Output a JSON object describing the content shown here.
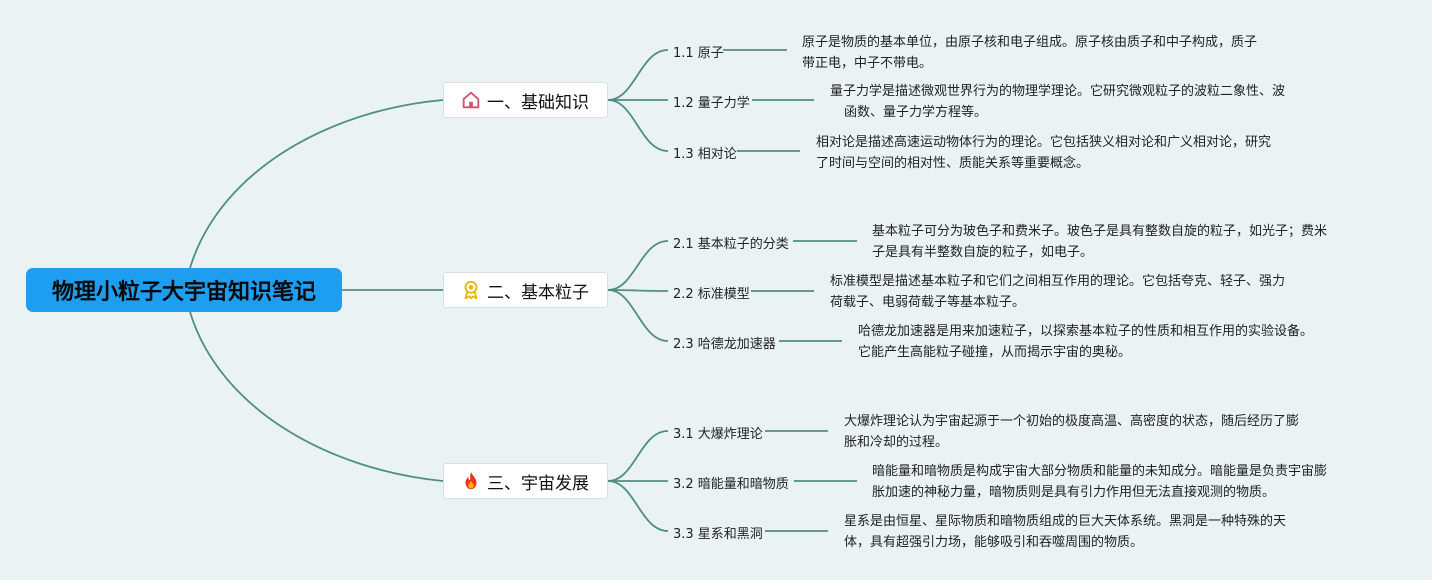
{
  "root": {
    "title": "物理小粒子大宇宙知识笔记"
  },
  "colors": {
    "root": "#1e9ef0",
    "line": "#4e8e85",
    "background": "#eaf2f3"
  },
  "branches": [
    {
      "label": "一、基础知识",
      "icon": "house-icon",
      "topics": [
        {
          "label": "1.1 原子",
          "desc": [
            "原子是物质的基本单位，由原子核和电子组成。原子核由质子和中子构成，质子",
            "带正电，中子不带电。"
          ]
        },
        {
          "label": "1.2 量子力学",
          "desc": [
            "量子力学是描述微观世界行为的物理学理论。它研究微观粒子的波粒二象性、波",
            "函数、量子力学方程等。"
          ]
        },
        {
          "label": "1.3 相对论",
          "desc": [
            "相对论是描述高速运动物体行为的理论。它包括狭义相对论和广义相对论，研究",
            "了时间与空间的相对性、质能关系等重要概念。"
          ]
        }
      ]
    },
    {
      "label": "二、基本粒子",
      "icon": "medal-icon",
      "topics": [
        {
          "label": "2.1 基本粒子的分类",
          "desc": [
            "基本粒子可分为玻色子和费米子。玻色子是具有整数自旋的粒子，如光子；费米",
            "子是具有半整数自旋的粒子，如电子。"
          ]
        },
        {
          "label": "2.2 标准模型",
          "desc": [
            "标准模型是描述基本粒子和它们之间相互作用的理论。它包括夸克、轻子、强力",
            "荷载子、电弱荷载子等基本粒子。"
          ]
        },
        {
          "label": "2.3 哈德龙加速器",
          "desc": [
            "哈德龙加速器是用来加速粒子，以探索基本粒子的性质和相互作用的实验设备。",
            "它能产生高能粒子碰撞，从而揭示宇宙的奥秘。"
          ]
        }
      ]
    },
    {
      "label": "三、宇宙发展",
      "icon": "fire-icon",
      "topics": [
        {
          "label": "3.1 大爆炸理论",
          "desc": [
            "大爆炸理论认为宇宙起源于一个初始的极度高温、高密度的状态，随后经历了膨",
            "胀和冷却的过程。"
          ]
        },
        {
          "label": "3.2 暗能量和暗物质",
          "desc": [
            "暗能量和暗物质是构成宇宙大部分物质和能量的未知成分。暗能量是负责宇宙膨",
            "胀加速的神秘力量，暗物质则是具有引力作用但无法直接观测的物质。"
          ]
        },
        {
          "label": "3.3 星系和黑洞",
          "desc": [
            "星系是由恒星、星际物质和暗物质组成的巨大天体系统。黑洞是一种特殊的天",
            "体，具有超强引力场，能够吸引和吞噬周围的物质。"
          ]
        }
      ]
    }
  ]
}
